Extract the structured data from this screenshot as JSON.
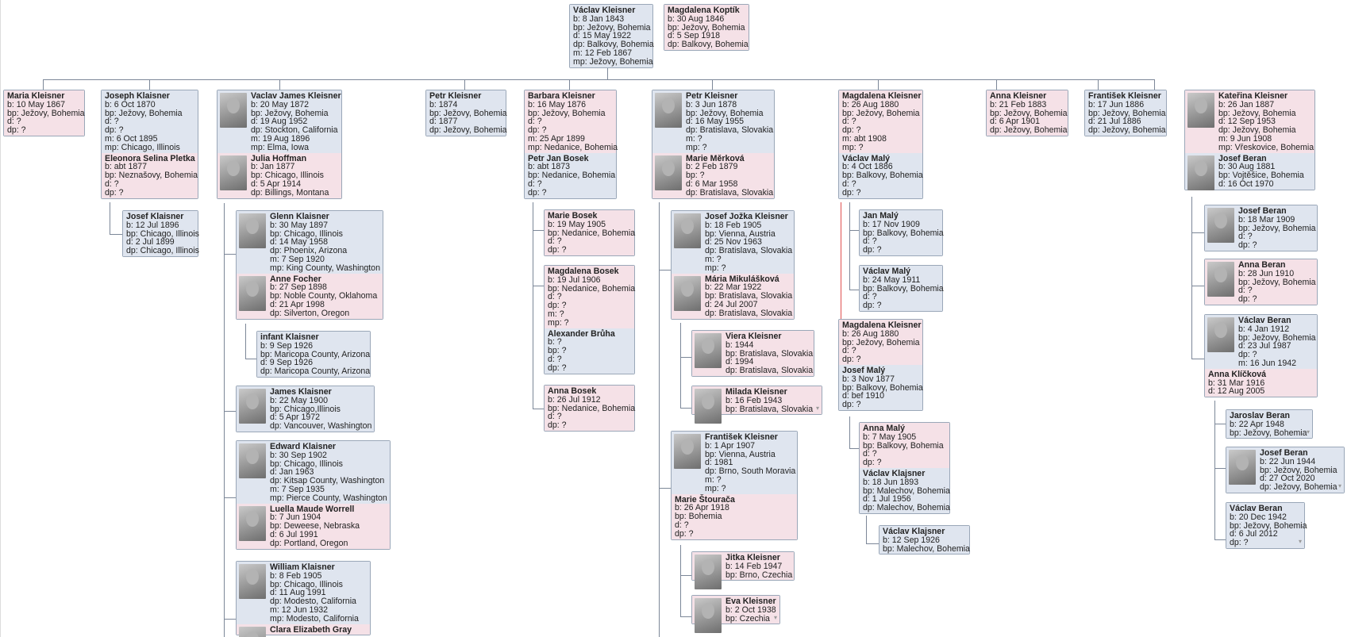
{
  "cards": {
    "c_vaclav_root": {
      "p": [
        {
          "sex": "M",
          "photo": false,
          "name": "Václav Kleisner",
          "lines": [
            "b: 8 Jan 1843",
            "bp: Ježovy, Bohemia",
            "d: 15 May 1922",
            "dp: Balkovy, Bohemia",
            "m: 12 Feb 1867",
            "mp: Ježovy, Bohemia"
          ]
        }
      ]
    },
    "c_magdalena_root": {
      "p": [
        {
          "sex": "F",
          "photo": false,
          "name": "Magdalena Koptík",
          "lines": [
            "b: 30 Aug 1846",
            "bp: Ježovy, Bohemia",
            "d: 5 Sep 1918",
            "dp: Balkovy, Bohemia"
          ]
        }
      ]
    },
    "c_maria": {
      "p": [
        {
          "sex": "F",
          "photo": false,
          "name": "Maria Kleisner",
          "lines": [
            "b: 10 May 1867",
            "bp: Ježovy, Bohemia",
            "d: ?",
            "dp: ?"
          ]
        }
      ]
    },
    "c_joseph": {
      "p": [
        {
          "sex": "M",
          "photo": false,
          "name": "Joseph Klaisner",
          "lines": [
            "b: 6 Oct 1870",
            "bp: Ježovy, Bohemia",
            "d: ?",
            "dp: ?",
            "m: 6 Oct 1895",
            "mp: Chicago, Illinois"
          ]
        },
        {
          "sex": "F",
          "photo": false,
          "name": "Eleonora Selina Pletka",
          "lines": [
            "b: abt 1877",
            "bp: Neznašovy, Bohemia",
            "d: ?",
            "dp: ?"
          ]
        }
      ]
    },
    "c_josef_k_1896": {
      "p": [
        {
          "sex": "M",
          "photo": false,
          "name": "Josef Klaisner",
          "lines": [
            "b: 12 Jul 1896",
            "bp: Chicago, Illinois",
            "d: 2 Jul 1899",
            "dp: Chicago, Illinois"
          ]
        }
      ]
    },
    "c_vaclav_james": {
      "p": [
        {
          "sex": "M",
          "photo": true,
          "name": "Vaclav James Kleisner",
          "lines": [
            "b: 20 May 1872",
            "bp: Ježovy, Bohemia",
            "d: 19 Aug 1952",
            "dp: Stockton, California",
            "m: 19 Aug 1896",
            "mp: Elma, Iowa"
          ]
        },
        {
          "sex": "F",
          "photo": true,
          "name": "Julia Hoffman",
          "lines": [
            "b: Jan 1877",
            "bp: Chicago, Illinois",
            "d: 5 Apr 1914",
            "dp: Billings, Montana"
          ]
        }
      ]
    },
    "c_glenn": {
      "p": [
        {
          "sex": "M",
          "photo": true,
          "name": "Glenn Klaisner",
          "lines": [
            "b: 30 May 1897",
            "bp: Chicago, Illinois",
            "d: 14 May 1958",
            "dp: Phoenix, Arizona",
            "m: 7 Sep 1920",
            "mp: King County, Washington"
          ]
        },
        {
          "sex": "F",
          "photo": true,
          "name": "Anne Focher",
          "lines": [
            "b: 27 Sep 1898",
            "bp: Noble County, Oklahoma",
            "d: 21 Apr 1998",
            "dp: Silverton, Oregon"
          ]
        }
      ]
    },
    "c_infant": {
      "p": [
        {
          "sex": "M",
          "photo": false,
          "name": "infant Klaisner",
          "lines": [
            "b: 9 Sep 1926",
            "bp: Maricopa County, Arizona",
            "d: 9 Sep 1926",
            "dp: Maricopa County, Arizona"
          ]
        }
      ]
    },
    "c_james": {
      "p": [
        {
          "sex": "M",
          "photo": true,
          "name": "James Klaisner",
          "lines": [
            "b: 22 May 1900",
            "bp: Chicago,Illinois",
            "d: 5 Apr 1972",
            "dp: Vancouver, Washington"
          ]
        }
      ]
    },
    "c_edward": {
      "p": [
        {
          "sex": "M",
          "photo": true,
          "name": "Edward Klaisner",
          "lines": [
            "b: 30 Sep 1902",
            "bp: Chicago, Illinois",
            "d: Jan 1963",
            "dp: Kitsap County, Washington",
            "m: 7 Sep 1935",
            "mp: Pierce County, Washington"
          ]
        },
        {
          "sex": "F",
          "photo": true,
          "name": "Luella Maude Worrell",
          "lines": [
            "b: 7 Jun 1904",
            "bp: Deweese, Nebraska",
            "d: 6 Jul 1991",
            "dp: Portland, Oregon"
          ]
        }
      ]
    },
    "c_william": {
      "p": [
        {
          "sex": "M",
          "photo": true,
          "name": "William Klaisner",
          "lines": [
            "b: 8 Feb 1905",
            "bp: Chicago, Illinois",
            "d: 11 Aug 1991",
            "dp: Modesto, California",
            "m: 12 Jun 1932",
            "mp: Modesto, California"
          ]
        },
        {
          "sex": "F",
          "photo": true,
          "name": "Clara Elizabeth Gray",
          "lines": []
        }
      ]
    },
    "c_petr_1874": {
      "p": [
        {
          "sex": "M",
          "photo": false,
          "name": "Petr Kleisner",
          "lines": [
            "b: 1874",
            "bp: Ježovy, Bohemia",
            "d: 1877",
            "dp: Ježovy, Bohemia"
          ]
        }
      ]
    },
    "c_barbara": {
      "p": [
        {
          "sex": "F",
          "photo": false,
          "name": "Barbara Kleisner",
          "lines": [
            "b: 16 May 1876",
            "bp: Ježovy, Bohemia",
            "d: ?",
            "dp: ?",
            "m: 25 Apr 1899",
            "mp: Nedanice, Bohemia"
          ]
        },
        {
          "sex": "M",
          "photo": false,
          "name": "Petr Jan Bosek",
          "lines": [
            "b: abt 1873",
            "bp: Nedanice, Bohemia",
            "d: ?",
            "dp: ?"
          ]
        }
      ]
    },
    "c_marie_bosek": {
      "p": [
        {
          "sex": "F",
          "photo": false,
          "name": "Marie Bosek",
          "lines": [
            "b: 19 May 1905",
            "bp: Nedanice, Bohemia",
            "d: ?",
            "dp: ?"
          ]
        }
      ]
    },
    "c_magdalena_bosek": {
      "p": [
        {
          "sex": "F",
          "photo": false,
          "name": "Magdalena Bosek",
          "lines": [
            "b: 19 Jul 1906",
            "bp: Nedanice, Bohemia",
            "d: ?",
            "dp: ?",
            "m: ?",
            "mp: ?"
          ]
        },
        {
          "sex": "M",
          "photo": false,
          "name": "Alexander Brůha",
          "lines": [
            "b: ?",
            "bp: ?",
            "d: ?",
            "dp: ?"
          ]
        }
      ]
    },
    "c_anna_bosek": {
      "p": [
        {
          "sex": "F",
          "photo": false,
          "name": "Anna Bosek",
          "lines": [
            "b: 26 Jul 1912",
            "bp: Nedanice, Bohemia",
            "d: ?",
            "dp: ?"
          ]
        }
      ]
    },
    "c_petr_1878": {
      "p": [
        {
          "sex": "M",
          "photo": true,
          "name": "Petr Kleisner",
          "lines": [
            "b: 3 Jun 1878",
            "bp: Ježovy, Bohemia",
            "d: 16 May 1955",
            "dp: Bratislava, Slovakia",
            "m: ?",
            "mp: ?"
          ]
        },
        {
          "sex": "F",
          "photo": true,
          "name": "Marie Měrková",
          "lines": [
            "b: 2 Feb 1879",
            "bp: ?",
            "d: 6 Mar 1958",
            "dp: Bratislava, Slovakia"
          ]
        }
      ]
    },
    "c_josef_jozka": {
      "p": [
        {
          "sex": "M",
          "photo": true,
          "name": "Josef Jožka Kleisner",
          "lines": [
            "b: 18 Feb 1905",
            "bp: Vienna, Austria",
            "d: 25 Nov 1963",
            "dp: Bratislava, Slovakia",
            "m: ?",
            "mp: ?"
          ]
        },
        {
          "sex": "F",
          "photo": true,
          "name": "Mária Mikulášková",
          "lines": [
            "b: 22 Mar 1922",
            "bp: Bratislava, Slovakia",
            "d: 24 Jul 2007",
            "dp: Bratislava, Slovakia"
          ]
        }
      ]
    },
    "c_viera": {
      "p": [
        {
          "sex": "F",
          "photo": true,
          "name": "Viera Kleisner",
          "lines": [
            "b: 1944",
            "bp: Bratislava, Slovakia",
            "d: 1994",
            "dp: Bratislava, Slovakia"
          ]
        }
      ]
    },
    "c_milada": {
      "p": [
        {
          "sex": "F",
          "photo": true,
          "name": "Milada Kleisner",
          "lines": [
            "b: 16 Feb 1943",
            "bp: Bratislava, Slovakia"
          ],
          "expand": true
        }
      ]
    },
    "c_frantisek_1907": {
      "p": [
        {
          "sex": "M",
          "photo": true,
          "name": "František Kleisner",
          "lines": [
            "b: 1 Apr 1907",
            "bp: Vienna, Austria",
            "d: 1981",
            "dp: Brno, South Moravia",
            "m: ?",
            "mp: ?"
          ]
        },
        {
          "sex": "F",
          "photo": false,
          "name": "Marie Štouračа",
          "lines": [
            "b: 26 Apr 1918",
            "bp: Bohemia",
            "d: ?",
            "dp: ?"
          ]
        }
      ]
    },
    "c_jitka": {
      "p": [
        {
          "sex": "F",
          "photo": true,
          "name": "Jitka Kleisner",
          "lines": [
            "b: 14 Feb 1947",
            "bp: Brno, Czechia"
          ]
        }
      ]
    },
    "c_eva": {
      "p": [
        {
          "sex": "F",
          "photo": true,
          "name": "Eva Kleisner",
          "lines": [
            "b: 2 Oct 1938",
            "bp: Czechia"
          ],
          "expand": true
        }
      ]
    },
    "c_magdalena_1880a": {
      "p": [
        {
          "sex": "F",
          "photo": false,
          "name": "Magdalena Kleisner",
          "lines": [
            "b: 26 Aug 1880",
            "bp: Ježovy, Bohemia",
            "d: ?",
            "dp: ?",
            "m: abt 1908",
            "mp: ?"
          ]
        },
        {
          "sex": "M",
          "photo": false,
          "name": "Václav Malý",
          "lines": [
            "b: 4 Oct 1886",
            "bp: Balkovy, Bohemia",
            "d: ?",
            "dp: ?"
          ]
        }
      ]
    },
    "c_jan_maly": {
      "p": [
        {
          "sex": "M",
          "photo": false,
          "name": "Jan Malý",
          "lines": [
            "b: 17 Nov 1909",
            "bp: Balkovy, Bohemia",
            "d: ?",
            "dp: ?"
          ]
        }
      ]
    },
    "c_vaclav_maly": {
      "p": [
        {
          "sex": "M",
          "photo": false,
          "name": "Václav Malý",
          "lines": [
            "b: 24 May 1911",
            "bp: Balkovy, Bohemia",
            "d: ?",
            "dp: ?"
          ]
        }
      ]
    },
    "c_magdalena_1880b": {
      "p": [
        {
          "sex": "F",
          "photo": false,
          "name": "Magdalena Kleisner",
          "lines": [
            "b: 26 Aug 1880",
            "bp: Ježovy, Bohemia",
            "d: ?",
            "dp: ?"
          ]
        },
        {
          "sex": "M",
          "photo": false,
          "name": "Josef Malý",
          "lines": [
            "b: 3 Nov 1877",
            "bp: Balkovy, Bohemia",
            "d: bef 1910",
            "dp: ?"
          ]
        }
      ]
    },
    "c_anna_maly": {
      "p": [
        {
          "sex": "F",
          "photo": false,
          "name": "Anna Malý",
          "lines": [
            "b: 7 May 1905",
            "bp: Balkovy, Bohemia",
            "d: ?",
            "dp: ?"
          ]
        },
        {
          "sex": "M",
          "photo": false,
          "name": "Václav Klajsner",
          "lines": [
            "b: 18 Jun 1893",
            "bp: Malechov, Bohemia",
            "d: 1 Jul 1956",
            "dp: Malechov, Bohemia"
          ]
        }
      ]
    },
    "c_vaclav_klajsner": {
      "p": [
        {
          "sex": "M",
          "photo": false,
          "name": "Václav Klajsner",
          "lines": [
            "b: 12 Sep 1926",
            "bp: Malechov, Bohemia"
          ]
        }
      ]
    },
    "c_anna_1883": {
      "p": [
        {
          "sex": "F",
          "photo": false,
          "name": "Anna Kleisner",
          "lines": [
            "b: 21 Feb 1883",
            "bp: Ježovy, Bohemia",
            "d: 6 Apr 1901",
            "dp: Ježovy, Bohemia"
          ]
        }
      ]
    },
    "c_frantisek_1886": {
      "p": [
        {
          "sex": "M",
          "photo": false,
          "name": "František Kleisner",
          "lines": [
            "b: 17 Jun 1886",
            "bp: Ježovy, Bohemia",
            "d: 21 Jul 1886",
            "dp: Ježovy, Bohemia"
          ]
        }
      ]
    },
    "c_katerina": {
      "p": [
        {
          "sex": "F",
          "photo": true,
          "name": "Kateřina Kleisner",
          "lines": [
            "b: 26 Jan 1887",
            "bp: Ježovy, Bohemia",
            "d: 12 Sep 1953",
            "dp: Ježovy, Bohemia",
            "m: 9 Jun 1908",
            "mp: Vřeskovice, Bohemia"
          ]
        },
        {
          "sex": "M",
          "photo": true,
          "name": "Josef Beran",
          "lines": [
            "b: 30 Aug 1881",
            "bp: Vojtěšice, Bohemia",
            "d: 16 Oct 1970"
          ]
        }
      ]
    },
    "c_josef_beran_1909": {
      "p": [
        {
          "sex": "M",
          "photo": true,
          "name": "Josef Beran",
          "lines": [
            "b: 18 Mar 1909",
            "bp: Ježovy, Bohemia",
            "d: ?",
            "dp: ?"
          ]
        }
      ]
    },
    "c_anna_beran": {
      "p": [
        {
          "sex": "F",
          "photo": true,
          "name": "Anna Beran",
          "lines": [
            "b: 28 Jun 1910",
            "bp: Ježovy, Bohemia",
            "d: ?",
            "dp: ?"
          ]
        }
      ]
    },
    "c_vaclav_beran_1912": {
      "p": [
        {
          "sex": "M",
          "photo": true,
          "name": "Václav Beran",
          "lines": [
            "b: 4 Jan 1912",
            "bp: Ježovy, Bohemia",
            "d: 23 Jul 1987",
            "dp: ?",
            "m: 16 Jun 1942"
          ]
        },
        {
          "sex": "F",
          "photo": false,
          "name": "Anna Klíčková",
          "lines": [
            "b: 31 Mar 1916",
            "d: 12 Aug 2005"
          ]
        }
      ]
    },
    "c_jaroslav": {
      "p": [
        {
          "sex": "M",
          "photo": false,
          "name": "Jaroslav Beran",
          "lines": [
            "b: 22 Apr 1948",
            "bp: Ježovy, Bohemia"
          ],
          "expand": true
        }
      ]
    },
    "c_josef_beran_1944": {
      "p": [
        {
          "sex": "M",
          "photo": true,
          "name": "Josef Beran",
          "lines": [
            "b: 22 Jun 1944",
            "bp: Ježovy, Bohemia",
            "d: 27 Oct 2020",
            "dp: Ježovy, Bohemia"
          ],
          "expand": true
        }
      ]
    },
    "c_vaclav_beran_1942": {
      "p": [
        {
          "sex": "M",
          "photo": false,
          "name": "Václav Beran",
          "lines": [
            "b: 20 Dec 1942",
            "bp: Ježovy, Bohemia",
            "d: 6 Jul 2012",
            "dp: ?"
          ],
          "expand": true
        }
      ]
    }
  },
  "colors": {
    "male": "#dfe5ef",
    "female": "#f5e1e7",
    "border": "#9aa7b8",
    "line": "#7c8798",
    "highlight": "#e05050"
  },
  "icons": {
    "expand": "chevron-down-icon",
    "photo": "portrait-photo-icon"
  }
}
